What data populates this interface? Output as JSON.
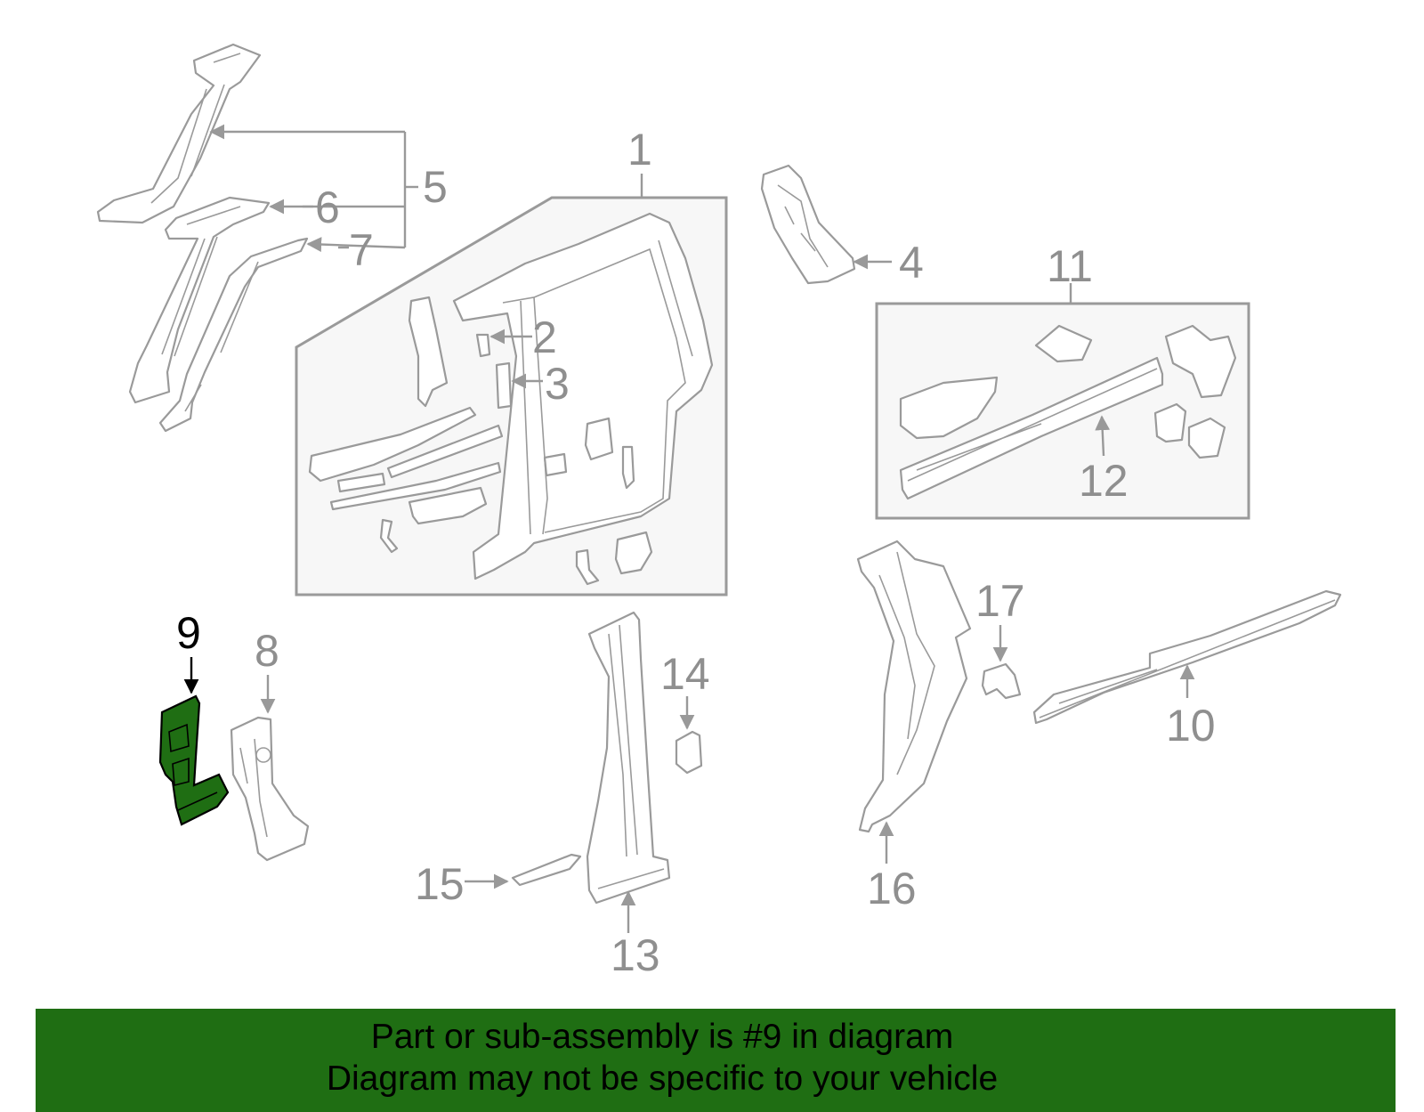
{
  "diagram": {
    "highlight_color": "#1f6e13",
    "line_color": "#9a9a9a",
    "callouts": {
      "c1": "1",
      "c2": "2",
      "c3": "3",
      "c4": "4",
      "c5": "5",
      "c6": "6",
      "c7": "7",
      "c8": "8",
      "c9": "9",
      "c10": "10",
      "c11": "11",
      "c12": "12",
      "c13": "13",
      "c14": "14",
      "c15": "15",
      "c16": "16",
      "c17": "17"
    },
    "selected_part": "9"
  },
  "banner": {
    "line1": "Part or sub-assembly is #9 in diagram",
    "line2": "Diagram may not be specific to your vehicle"
  }
}
